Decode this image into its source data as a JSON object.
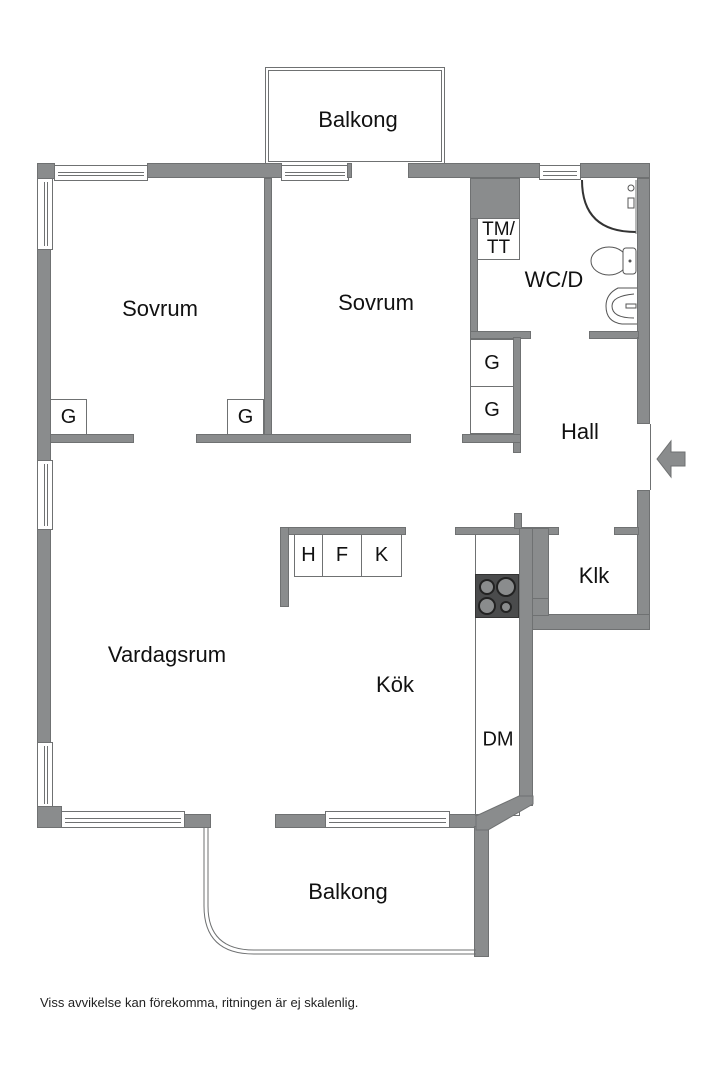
{
  "floorplan": {
    "colors": {
      "wall": "#8a8c8d",
      "wall_edge": "#6f7172",
      "cooktop": "#4a4b4c",
      "background": "#ffffff"
    },
    "rooms": {
      "balcony_top": "Balkong",
      "bedroom_left": "Sovrum",
      "bedroom_right": "Sovrum",
      "bathroom": "WC/D",
      "laundry": "TM/\nTT",
      "laundry_line1": "TM/",
      "laundry_line2": "TT",
      "hall": "Hall",
      "living_room": "Vardagsrum",
      "kitchen": "Kök",
      "closet_room": "Klk",
      "dishwasher": "DM",
      "balcony_bottom": "Balkong"
    },
    "wardrobes": [
      "G",
      "G",
      "G",
      "G"
    ],
    "appliances": [
      "H",
      "F",
      "K"
    ],
    "entrance_icon": "entrance-arrow-icon",
    "disclaimer": "Viss avvikelse kan förekomma, ritningen är ej skalenlig."
  }
}
